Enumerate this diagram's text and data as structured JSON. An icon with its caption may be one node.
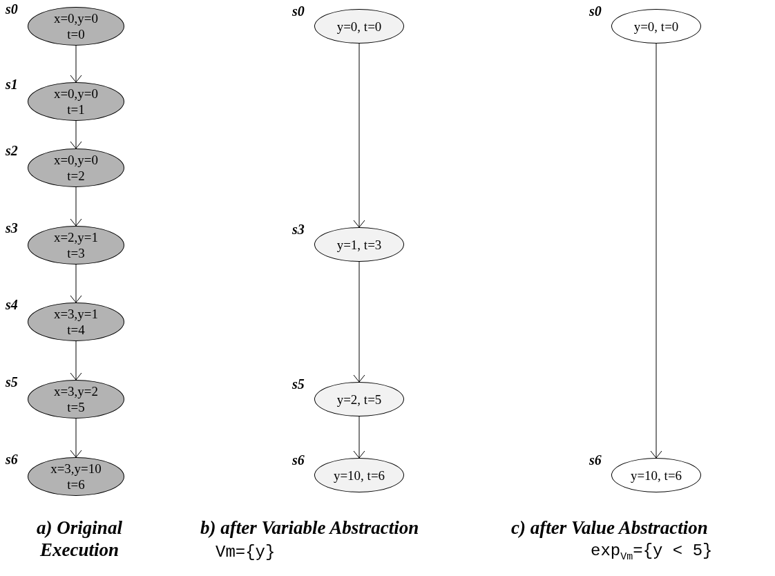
{
  "diagram": {
    "nodes": [
      {
        "text": [
          "x=0,y=0 t=0"
        ],
        "beside": [
          "s0"
        ]
      },
      {
        "text": [
          "x=0,y=0 t=1"
        ],
        "beside": [
          "s1"
        ]
      },
      {
        "text": [
          "x=0,y=0 t=2"
        ],
        "beside": [
          "s2"
        ]
      },
      {
        "text": [
          "x=2,y=1 t=3"
        ],
        "beside": [
          "s3"
        ]
      },
      {
        "text": [
          "x=3,y=1 t=4"
        ],
        "beside": [
          "s4"
        ]
      },
      {
        "text": [
          "x=3,y=2 t=5"
        ],
        "beside": [
          "s5"
        ]
      },
      {
        "text": [
          "x=3,y=10 t=6"
        ],
        "beside": [
          "s6"
        ]
      },
      {
        "text": [
          "y=0, t=0"
        ],
        "beside": [
          "s0"
        ]
      },
      {
        "text": [
          "y=1, t=3"
        ],
        "beside": [
          "s3"
        ]
      },
      {
        "text": [
          "y=2, t=5"
        ],
        "beside": [
          "s5"
        ]
      },
      {
        "text": [
          "y=10, t=6"
        ],
        "beside": [
          "s6"
        ]
      },
      {
        "text": [
          "y=0, t=0"
        ],
        "beside": [
          "s0"
        ]
      },
      {
        "text": [
          "y=10, t=6"
        ],
        "beside": [
          "s6"
        ]
      }
    ],
    "edges": [
      {
        "from": 0,
        "to": 1,
        "arrow": "to"
      },
      {
        "from": 1,
        "to": 2,
        "arrow": "to"
      },
      {
        "from": 2,
        "to": 3,
        "arrow": "to"
      },
      {
        "from": 3,
        "to": 4,
        "arrow": "to"
      },
      {
        "from": 4,
        "to": 5,
        "arrow": "to"
      },
      {
        "from": 5,
        "to": 6,
        "arrow": "to"
      },
      {
        "from": 7,
        "to": 8,
        "arrow": "to"
      },
      {
        "from": 8,
        "to": 9,
        "arrow": "to"
      },
      {
        "from": 9,
        "to": 10,
        "arrow": "to"
      },
      {
        "from": 11,
        "to": 12,
        "arrow": "to"
      }
    ],
    "labels": [
      "a) Original Execution",
      "b) after Variable Abstraction",
      "c) after Value Abstraction",
      "Vm={y}",
      "exp$_{Vm}$={y < 5}"
    ]
  }
}
